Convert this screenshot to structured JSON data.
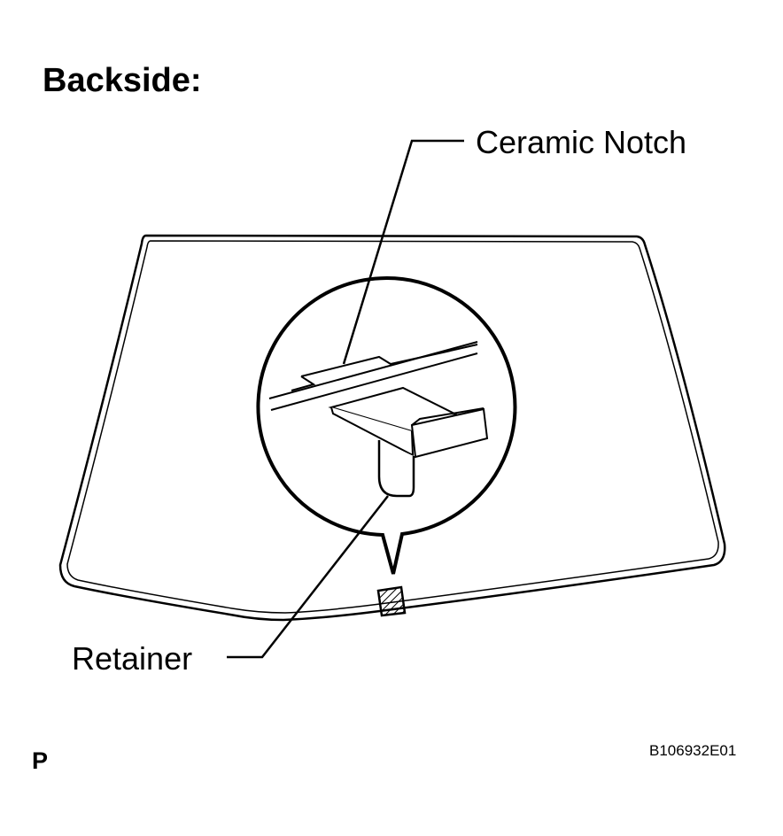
{
  "title": "Backside:",
  "labels": {
    "ceramic_notch": "Ceramic Notch",
    "retainer": "Retainer"
  },
  "corner_mark": "P",
  "figure_id": "B106932E01"
}
